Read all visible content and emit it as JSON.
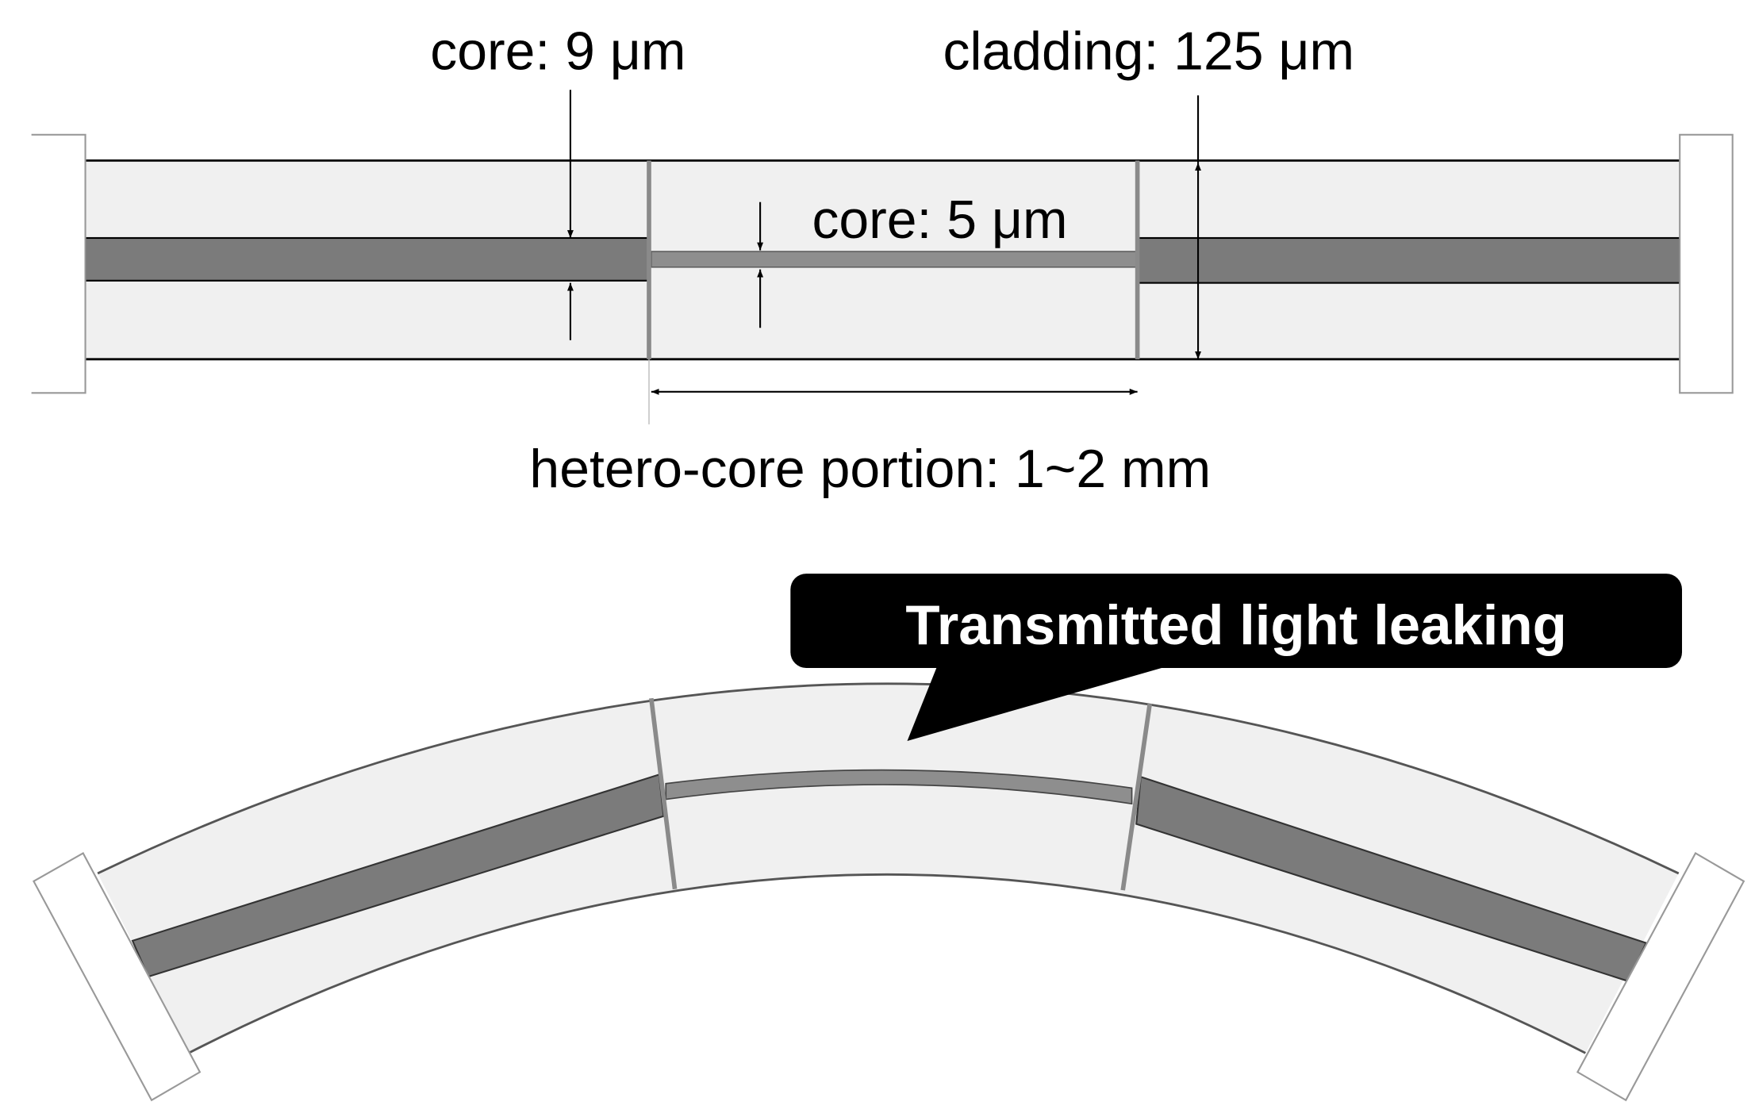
{
  "labels": {
    "core_large": "core: 9 μm",
    "cladding": "cladding: 125 μm",
    "core_small": "core: 5 μm",
    "hetero_portion": "hetero-core portion: 1~2 mm",
    "callout": "Transmitted light leaking"
  },
  "colors": {
    "cladding": "#f0f0f0",
    "core": "#7b7b7b",
    "outline": "#000000",
    "joint": "#8a8a8a",
    "connector": "#ffffff",
    "callout_bg": "#000000",
    "callout_text": "#ffffff"
  }
}
